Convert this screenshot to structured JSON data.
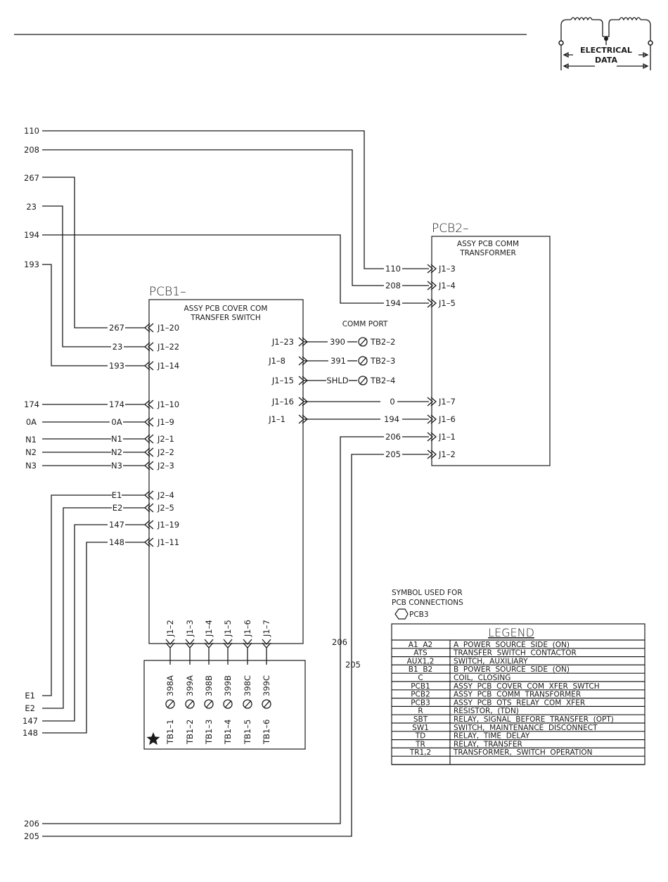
{
  "header": {
    "logo_text_line1": "ELECTRICAL",
    "logo_text_line2": "DATA",
    "logo_icon": "transformer-coil-icon"
  },
  "left_wires": [
    {
      "label": "110"
    },
    {
      "label": "208"
    },
    {
      "label": "267"
    },
    {
      "label": "23"
    },
    {
      "label": "194"
    },
    {
      "label": "193"
    },
    {
      "label": "174"
    },
    {
      "label": "0A"
    },
    {
      "label": "N1"
    },
    {
      "label": "N2"
    },
    {
      "label": "N3"
    },
    {
      "label": "E1"
    },
    {
      "label": "E2"
    },
    {
      "label": "147"
    },
    {
      "label": "148"
    },
    {
      "label": "206"
    },
    {
      "label": "205"
    }
  ],
  "pcb1": {
    "title": "PCB1–",
    "desc_line1": "ASSY PCB COVER COM",
    "desc_line2": "TRANSFER SWITCH",
    "left_pins": [
      {
        "pin": "J1–20",
        "wire": "267"
      },
      {
        "pin": "J1–22",
        "wire": "23"
      },
      {
        "pin": "J1–14",
        "wire": "193"
      },
      {
        "pin": "J1–10",
        "wire": "174"
      },
      {
        "pin": "J1–9",
        "wire": "0A"
      },
      {
        "pin": "J2–1",
        "wire": "N1"
      },
      {
        "pin": "J2–2",
        "wire": "N2"
      },
      {
        "pin": "J2–3",
        "wire": "N3"
      },
      {
        "pin": "J2–4",
        "wire": "E1"
      },
      {
        "pin": "J2–5",
        "wire": "E2"
      },
      {
        "pin": "J1–19",
        "wire": "147"
      },
      {
        "pin": "J1–11",
        "wire": "148"
      }
    ],
    "right_pins": [
      {
        "pin": "J1–23",
        "wire": "390",
        "terminal": "TB2–2"
      },
      {
        "pin": "J1–8",
        "wire": "391",
        "terminal": "TB2–3"
      },
      {
        "pin": "J1–15",
        "wire": "SHLD",
        "terminal": "TB2–4"
      },
      {
        "pin": "J1–16",
        "wire": "0",
        "to": "J1–7"
      },
      {
        "pin": "J1–1",
        "wire": "194",
        "to": "J1–6"
      }
    ],
    "bottom_pins": [
      {
        "pin": "J1–2",
        "wire": "398A",
        "terminal": "TB1–1"
      },
      {
        "pin": "J1–3",
        "wire": "399A",
        "terminal": "TB1–2"
      },
      {
        "pin": "J1–4",
        "wire": "398B",
        "terminal": "TB1–3"
      },
      {
        "pin": "J1–5",
        "wire": "399B",
        "terminal": "TB1–4"
      },
      {
        "pin": "J1–6",
        "wire": "398C",
        "terminal": "TB1–5"
      },
      {
        "pin": "J1–7",
        "wire": "399C",
        "terminal": "TB1–6"
      }
    ]
  },
  "comm_port": {
    "label": "COMM PORT"
  },
  "pcb2": {
    "title": "PCB2–",
    "desc_line1": "ASSY PCB COMM",
    "desc_line2": "TRANSFORMER",
    "pins": [
      {
        "pin": "J1–3",
        "wire": "110"
      },
      {
        "pin": "J1–4",
        "wire": "208"
      },
      {
        "pin": "J1–5",
        "wire": "194"
      },
      {
        "pin": "J1–7",
        "wire": "0"
      },
      {
        "pin": "J1–6",
        "wire": "194"
      },
      {
        "pin": "J1–1",
        "wire": "206"
      },
      {
        "pin": "J1–2",
        "wire": "205"
      }
    ]
  },
  "vertical_labels": {
    "w206": "206",
    "w205": "205"
  },
  "symbol_note": {
    "line1": "SYMBOL USED FOR",
    "line2": "PCB CONNECTIONS",
    "symbol_label": "PCB3"
  },
  "legend": {
    "title": "LEGEND",
    "rows": [
      {
        "code": "A1  A2",
        "desc": "A  POWER  SOURCE  SIDE  (ON)"
      },
      {
        "code": "ATS",
        "desc": "TRANSFER  SWITCH  CONTACTOR"
      },
      {
        "code": "AUX1,2",
        "desc": "SWITCH,  AUXILIARY"
      },
      {
        "code": "B1  B2",
        "desc": "B  POWER  SOURCE  SIDE  (ON)"
      },
      {
        "code": "C",
        "desc": "COIL,  CLOSING"
      },
      {
        "code": "PCB1",
        "desc": "ASSY  PCB  COVER  COM  XFER  SWTCH"
      },
      {
        "code": "PCB2",
        "desc": "ASSY  PCB  COMM  TRANSFORMER"
      },
      {
        "code": "PCB3",
        "desc": "ASSY  PCB  OTS  RELAY  COM  XFER"
      },
      {
        "code": "R",
        "desc": "RESISTOR,  (TDN)"
      },
      {
        "code": "SBT",
        "desc": "RELAY,  SIGNAL  BEFORE  TRANSFER  (OPT)"
      },
      {
        "code": "SW1",
        "desc": "SWITCH,  MAINTENANCE  DISCONNECT"
      },
      {
        "code": "TD",
        "desc": "RELAY,  TIME  DELAY"
      },
      {
        "code": "TR",
        "desc": "RELAY,  TRANSFER"
      },
      {
        "code": "TR1,2",
        "desc": "TRANSFORMER,  SWITCH  OPERATION"
      },
      {
        "code": "",
        "desc": ""
      }
    ]
  }
}
